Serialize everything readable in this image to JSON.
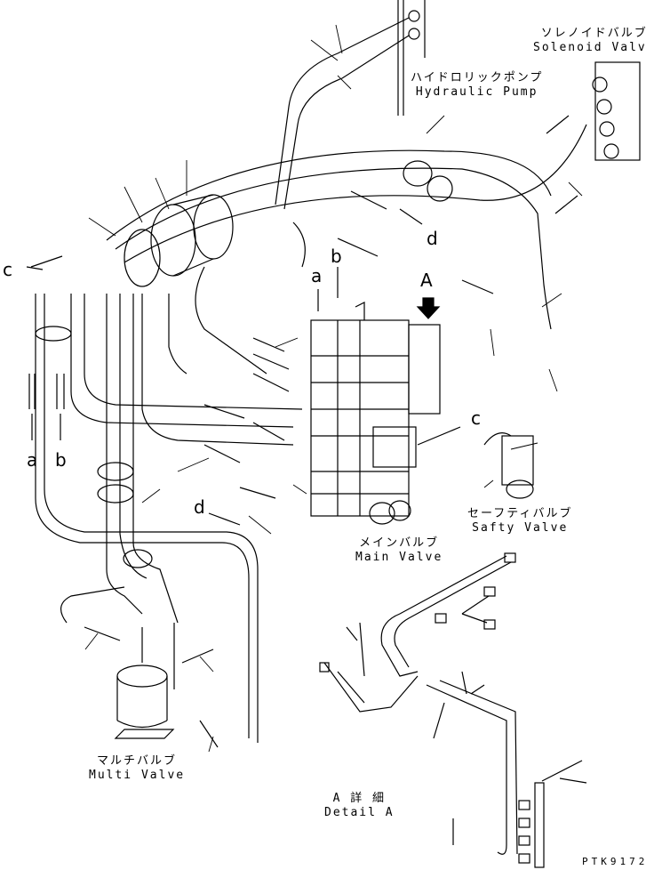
{
  "labels": {
    "solenoid_valve": {
      "jp": "ソレノイドバルブ",
      "en": "Solenoid Valve"
    },
    "hydraulic_pump": {
      "jp": "ハイドロリックポンプ",
      "en": "Hydraulic Pump"
    },
    "main_valve": {
      "jp": "メインバルブ",
      "en": "Main Valve"
    },
    "safety_valve": {
      "jp": "セーフティバルブ",
      "en": "Safty Valve"
    },
    "multi_valve": {
      "jp": "マルチバルブ",
      "en": "Multi Valve"
    },
    "detail_a": {
      "jp": "A 詳 細",
      "en": "Detail A"
    }
  },
  "refs": {
    "a": "a",
    "b": "b",
    "c": "c",
    "d": "d",
    "A": "A"
  },
  "drawing_code": "PTK9172"
}
